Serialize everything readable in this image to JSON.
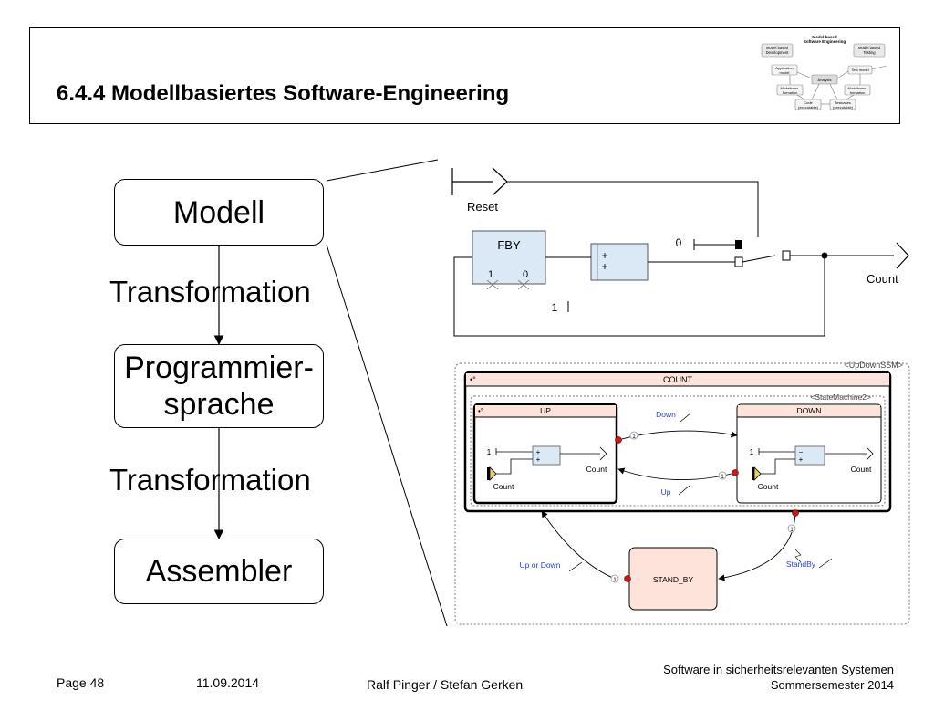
{
  "header": {
    "title": "6.4.4 Modellbasiertes Software-Engineering",
    "thumbnail": {
      "title_line1": "Model based",
      "title_line2": "Software Engineering",
      "dev_line1": "Model based",
      "dev_line2": "Development",
      "test_line1": "Model based",
      "test_line2": "Testing",
      "app_line1": "Application",
      "app_line2": "model",
      "analysis": "Analysis",
      "testmodel": "Test model",
      "mt1_line1": "Modeltrans-",
      "mt1_line2": "formation",
      "mt2_line1": "Modeltrans-",
      "mt2_line2": "formation",
      "code_line1": "Code",
      "code_line2": "(executable)",
      "tc_line1": "Testcases",
      "tc_line2": "(executable)"
    }
  },
  "flow": {
    "modell": "Modell",
    "transformation1": "Transformation",
    "programmier_line1": "Programmier-",
    "programmier_line2": "sprache",
    "transformation2": "Transformation",
    "assembler": "Assembler"
  },
  "dataflow": {
    "reset": "Reset",
    "fby": "FBY",
    "fby_in1": "1",
    "fby_in2": "0",
    "const0": "0",
    "const1": "1",
    "plus": "+",
    "count": "Count"
  },
  "statemachine": {
    "outer": "<UpDownSSM>",
    "count_state": "COUNT",
    "inner": "<StateMachine2>",
    "up_state": "UP",
    "down_state": "DOWN",
    "up_const": "1",
    "up_out": "Count",
    "up_in": "Count",
    "down_const": "1",
    "down_out": "Count",
    "down_in": "Count",
    "label_down": "Down",
    "label_up": "Up",
    "label_upordown": "Up or Down",
    "label_standby": "StandBy",
    "standby_state": "STAND_BY",
    "prio1": "1",
    "prio2": "1",
    "prio3": "1",
    "prio4": "1",
    "minus": "−",
    "plus": "+"
  },
  "footer": {
    "page": "Page 48",
    "date": "11.09.2014",
    "authors": "Ralf Pinger / Stefan Gerken",
    "course_line1": "Software in sicherheitsrelevanten Systemen",
    "course_line2": "Sommersemester 2014"
  },
  "colors": {
    "state_fill": "#fde3d9",
    "block_fill": "#dbe9f7",
    "transition_dot": "#e01010",
    "label_blue": "#2a3fcf",
    "input_yellow": "#e8cf6a"
  }
}
